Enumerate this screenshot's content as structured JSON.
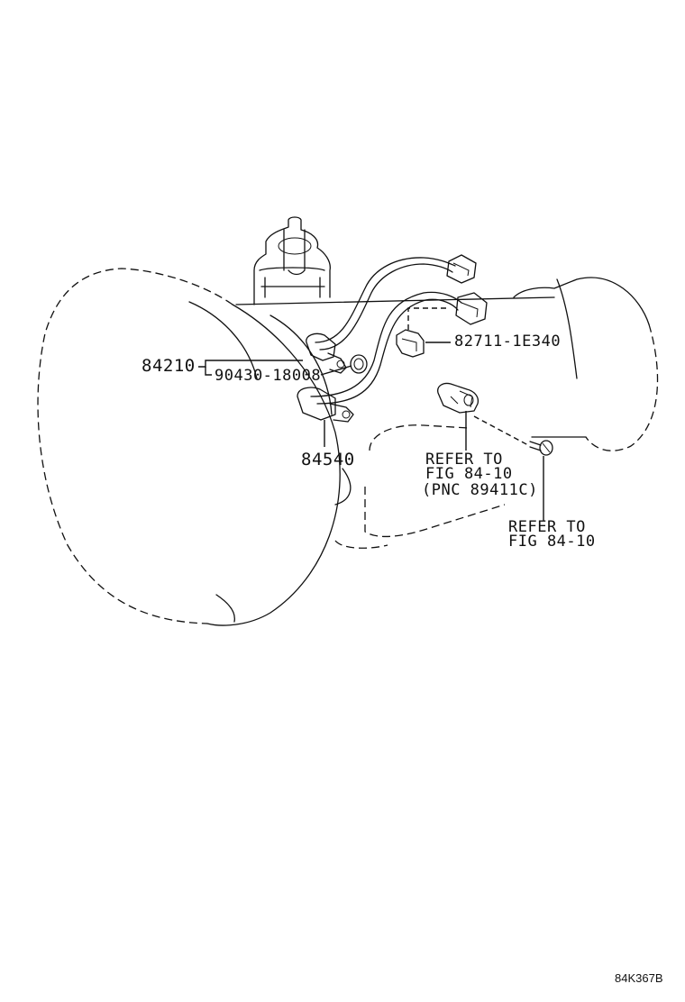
{
  "callouts": {
    "p84210": "84210",
    "p90430": "90430-18008",
    "p84540": "84540",
    "p82711": "82711-1E340",
    "refer_a": [
      "REFER TO",
      "FIG 84-10",
      "(PNC 89411C)"
    ],
    "refer_b": [
      "REFER TO",
      "FIG 84-10"
    ]
  },
  "illustration_code": "84K367B"
}
